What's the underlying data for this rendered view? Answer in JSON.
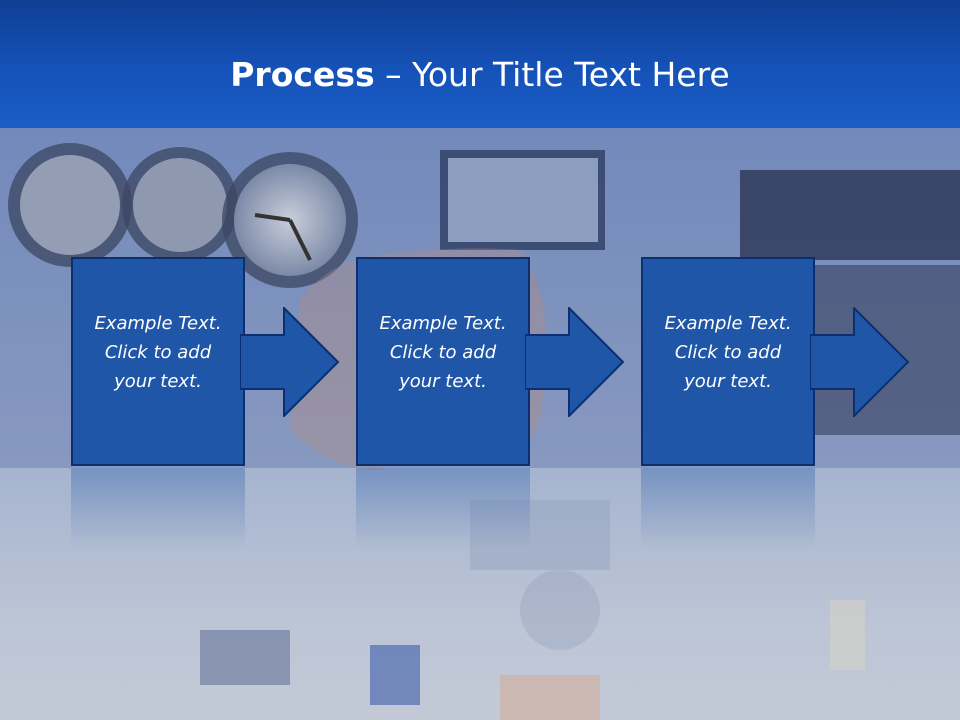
{
  "slide": {
    "title_bold": "Process",
    "title_rest": " – Your Title Text Here",
    "steps": [
      {
        "text": "Example Text.\nClick  to add\nyour text."
      },
      {
        "text": "Example Text.\nClick  to add\nyour text."
      },
      {
        "text": "Example Text.\nClick  to add\nyour text."
      }
    ],
    "colors": {
      "header": "#1552b8",
      "box": "#1f56a8",
      "box_border": "#0b2f6f"
    }
  }
}
